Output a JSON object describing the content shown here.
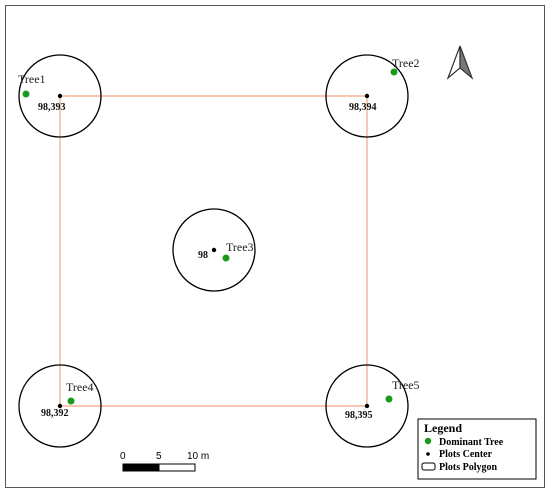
{
  "map": {
    "trees": [
      {
        "label": "Tree1"
      },
      {
        "label": "Tree2"
      },
      {
        "label": "Tree3"
      },
      {
        "label": "Tree4"
      },
      {
        "label": "Tree5"
      }
    ],
    "plot_centers": [
      {
        "label": "98,393"
      },
      {
        "label": "98,394"
      },
      {
        "label": "98"
      },
      {
        "label": "98,392"
      },
      {
        "label": "98,395"
      }
    ],
    "colors": {
      "tree": "#1a9a1a",
      "polygon_line": "#f4a582",
      "plot_outline": "#000000"
    }
  },
  "scale_bar": {
    "labels": [
      "0",
      "5",
      "10 m"
    ]
  },
  "north_arrow": {
    "icon": "north-arrow-icon"
  },
  "legend": {
    "title": "Legend",
    "items": [
      {
        "label": "Dominant Tree",
        "icon": "green-dot-icon"
      },
      {
        "label": "Plots Center",
        "icon": "black-dot-icon"
      },
      {
        "label": "Plots Polygon",
        "icon": "rectangle-outline-icon"
      }
    ]
  }
}
